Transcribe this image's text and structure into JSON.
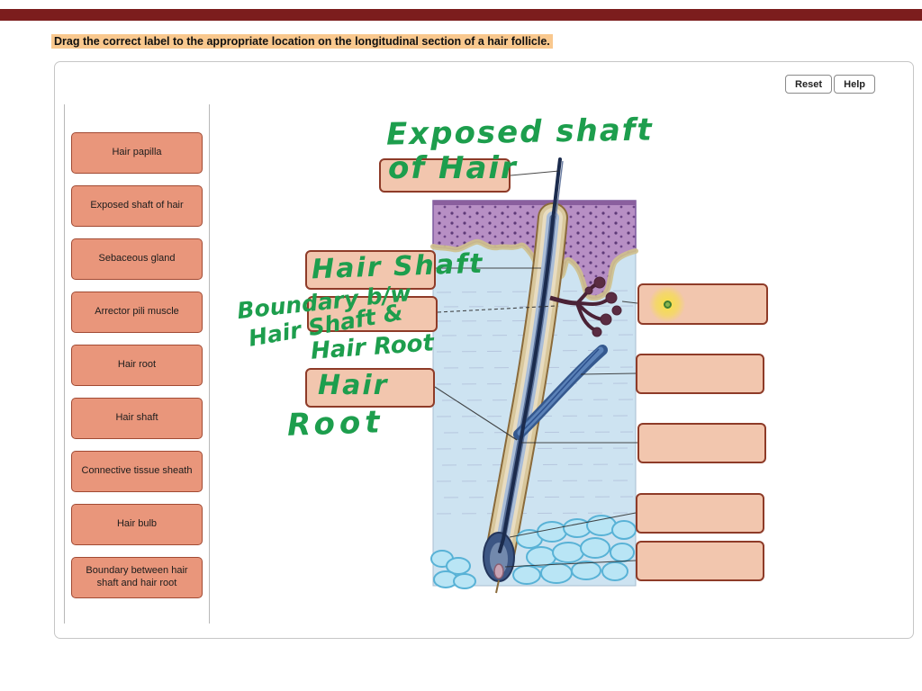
{
  "page": {
    "instruction": "Drag the correct label to the appropriate location on the longitudinal section of a hair follicle."
  },
  "toolbar": {
    "reset": "Reset",
    "help": "Help"
  },
  "label_bank": [
    "Hair papilla",
    "Exposed shaft of hair",
    "Sebaceous gland",
    "Arrector pili muscle",
    "Hair root",
    "Hair shaft",
    "Connective tissue sheath",
    "Hair bulb",
    "Boundary between hair shaft and hair root"
  ],
  "ink_annotations": {
    "exposed_1": "Exposed shaft",
    "exposed_2": "of Hair",
    "hair_shaft": "Hair Shaft",
    "boundary_1": "Boundary b/w",
    "boundary_2": "Hair Shaft &",
    "boundary_3": "Hair Root",
    "root_1": "Hair",
    "root_2": "Root"
  },
  "colors": {
    "top_bar": "#7c1d1d",
    "instruction_highlight": "#f9c88e",
    "label_fill": "#e9967b",
    "label_border": "#a14a33",
    "dropzone_fill": "#f2c6ae",
    "dropzone_border": "#8e3b28",
    "ink_green": "#1d9e4d",
    "diagram_background": "#cde3f1"
  }
}
